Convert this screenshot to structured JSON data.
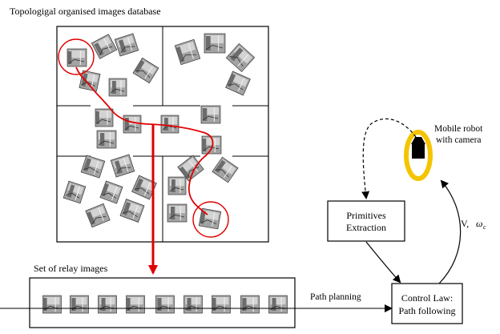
{
  "labels": {
    "database_title": "Topologigal organised images database",
    "relay_title": "Set of relay images",
    "path_planning": "Path planning",
    "primitives_box": {
      "line1": "Primitives",
      "line2": "Extraction"
    },
    "control_box": {
      "line1": "Control Law:",
      "line2": "Path following"
    },
    "robot_label": {
      "line1": "Mobile robot",
      "line2": "with camera"
    },
    "velocity_label": "V,",
    "omega_label": "ω",
    "omega_subscript": "c"
  },
  "colors": {
    "path_red": "#e10000",
    "ring_yellow": "#f5c400",
    "ink": "#000000",
    "photo_dark": "#6c6c6c",
    "photo_mid": "#a3a3a3",
    "photo_light": "#d8d8d8"
  },
  "icons": {
    "robot": "camera-robot-icon",
    "thumbnail": "grayscale-photo-icon"
  }
}
